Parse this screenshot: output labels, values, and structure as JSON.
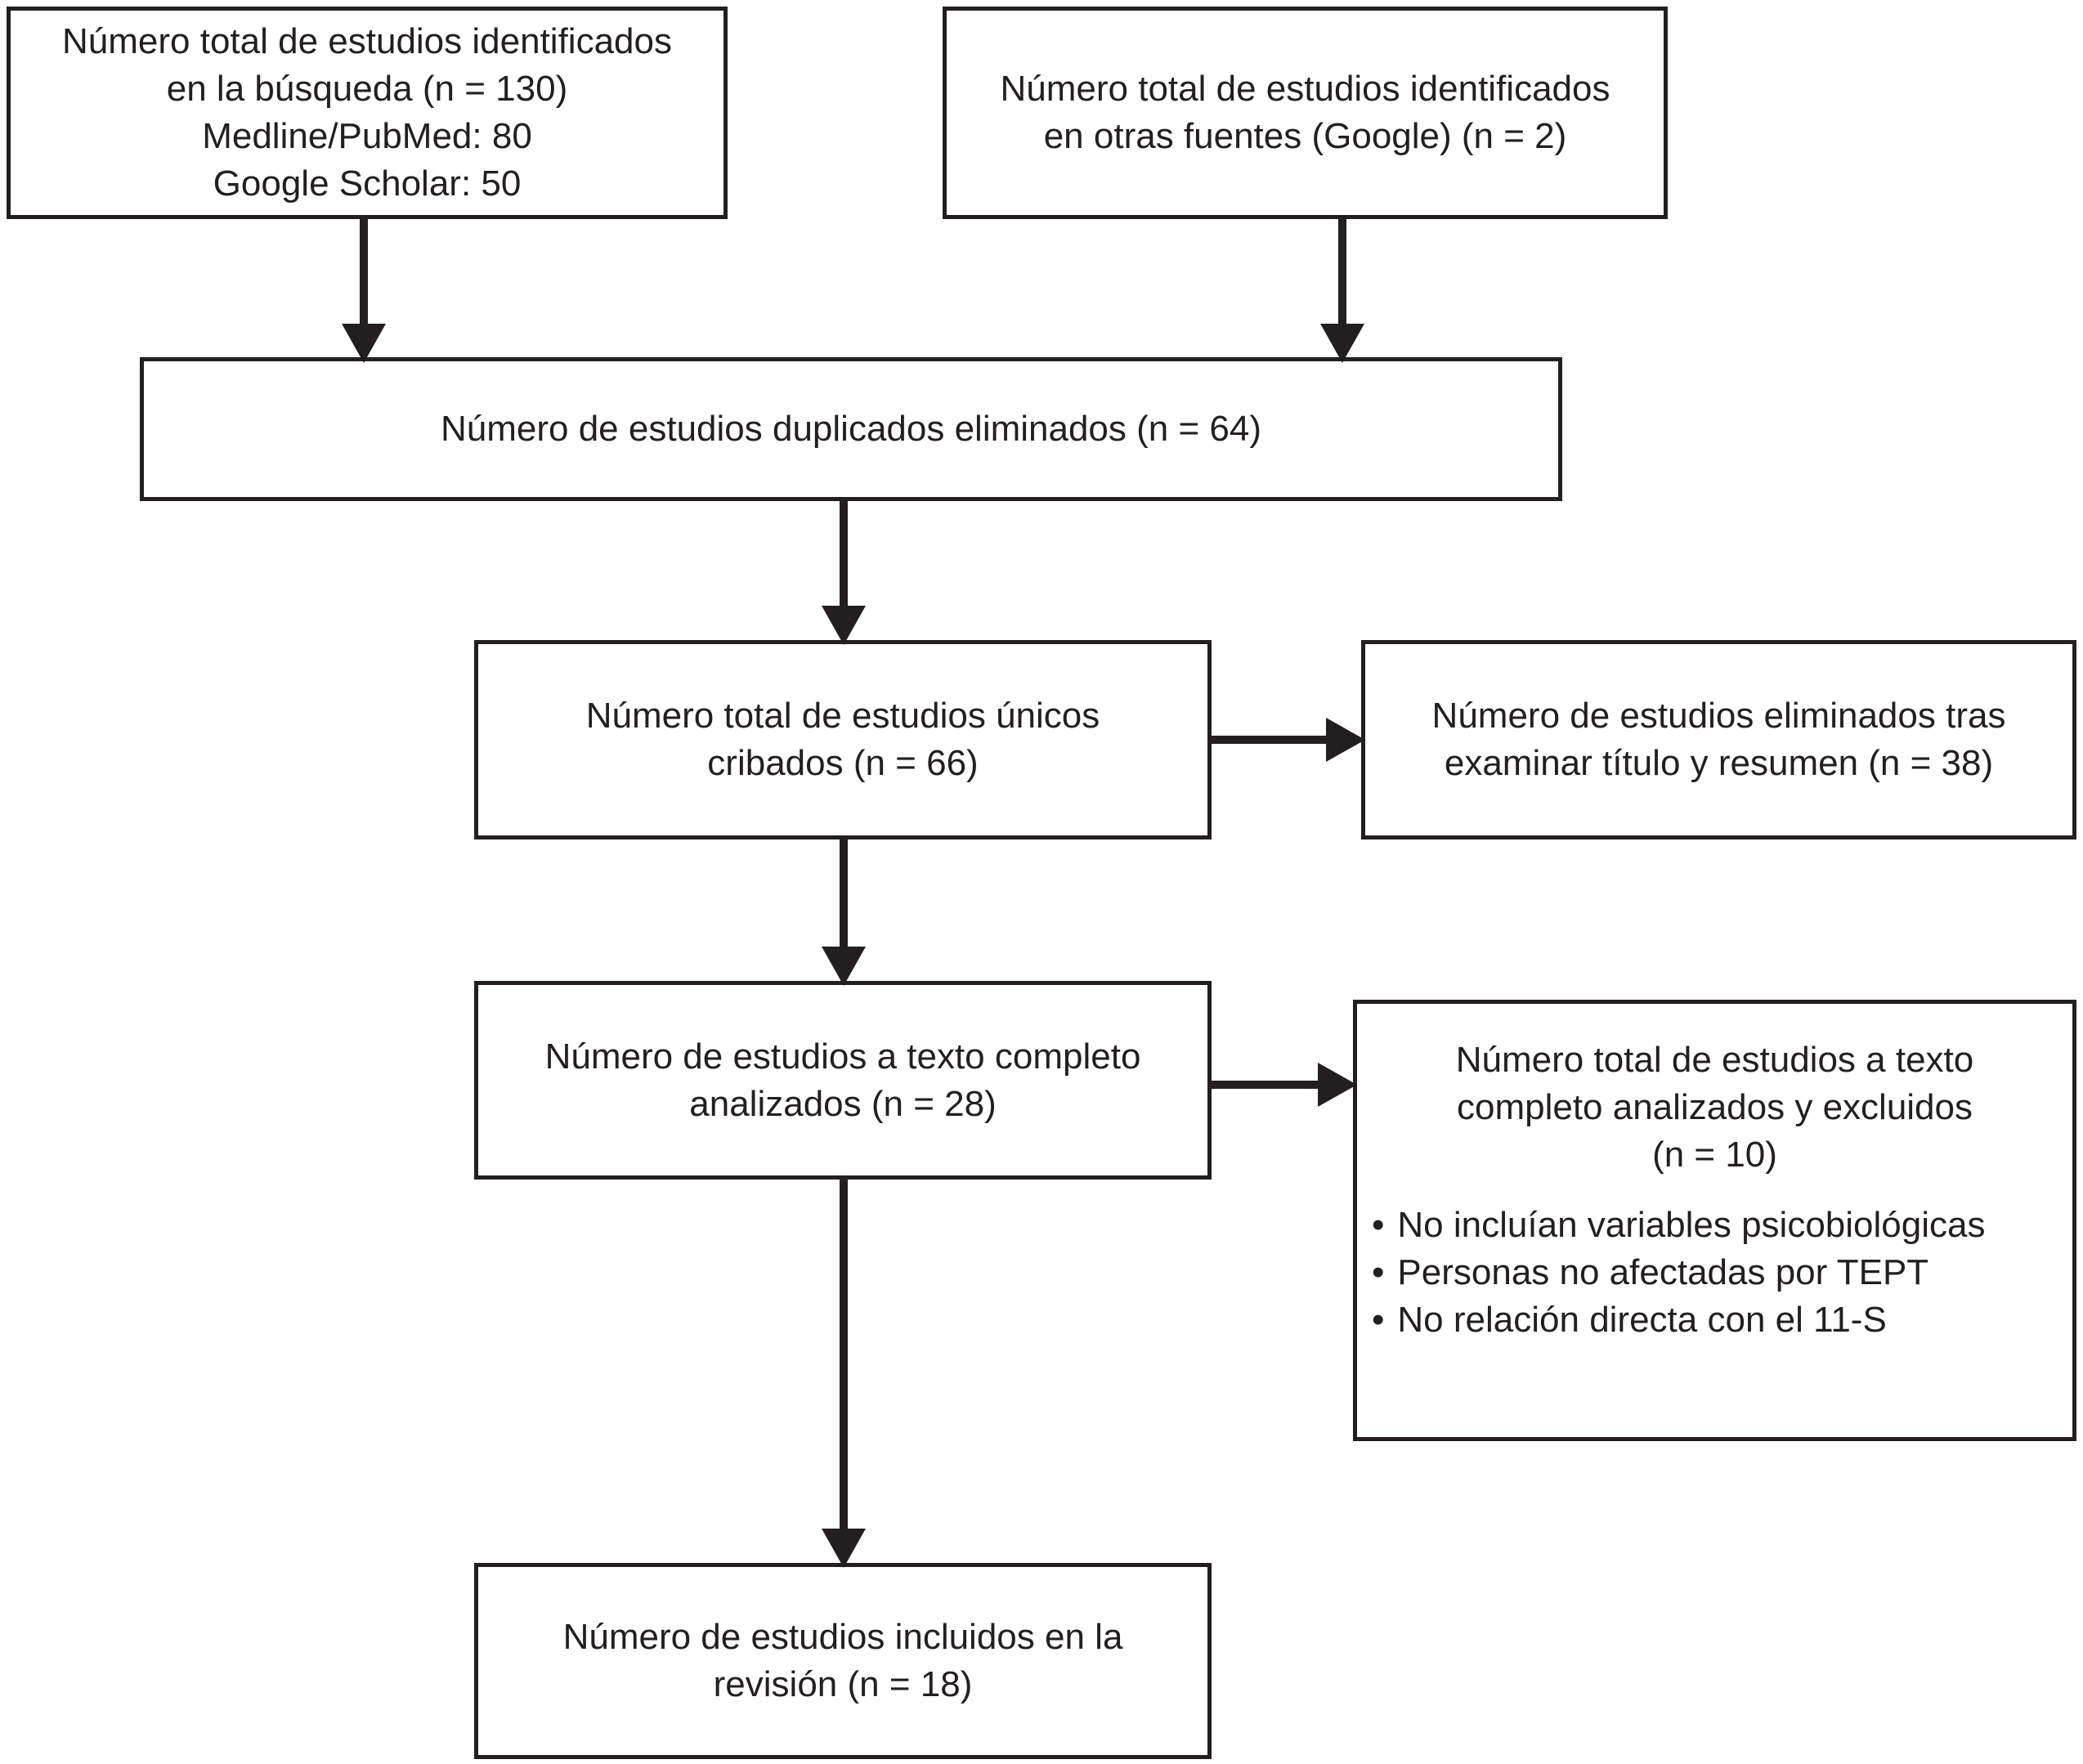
{
  "diagram": {
    "type": "prisma-flowchart",
    "colors": {
      "ink": "#231f20",
      "background": "#ffffff"
    },
    "bullet_glyph": "•",
    "boxes": [
      {
        "id": "identified-search",
        "lines": [
          "Número total de estudios identificados",
          "en la búsqueda (n = 130)",
          "Medline/PubMed: 80",
          "Google Scholar: 50"
        ]
      },
      {
        "id": "identified-other-sources",
        "lines": [
          "Número total de estudios identificados",
          "en otras fuentes (Google) (n = 2)"
        ]
      },
      {
        "id": "duplicates-removed",
        "lines": [
          "Número de estudios duplicados eliminados (n = 64)"
        ]
      },
      {
        "id": "unique-screened",
        "lines": [
          "Número total de estudios únicos",
          "cribados (n = 66)"
        ]
      },
      {
        "id": "excluded-title-abstract",
        "lines": [
          "Número de estudios eliminados tras",
          "examinar título y resumen (n = 38)"
        ]
      },
      {
        "id": "fulltext-analyzed",
        "lines": [
          "Número de estudios a texto completo",
          "analizados (n = 28)"
        ]
      },
      {
        "id": "fulltext-excluded",
        "title_lines": [
          "Número total de estudios a texto",
          "completo analizados y excluidos",
          "(n = 10)"
        ],
        "bullets": [
          "No incluían variables psicobiológicas",
          "Personas no afectadas por TEPT",
          "No relación directa con el 11-S"
        ]
      },
      {
        "id": "included-in-review",
        "lines": [
          "Número de estudios incluidos en la",
          "revisión (n = 18)"
        ]
      }
    ],
    "edges": [
      {
        "from": "identified-search",
        "to": "duplicates-removed"
      },
      {
        "from": "identified-other-sources",
        "to": "duplicates-removed"
      },
      {
        "from": "duplicates-removed",
        "to": "unique-screened"
      },
      {
        "from": "unique-screened",
        "to": "excluded-title-abstract"
      },
      {
        "from": "unique-screened",
        "to": "fulltext-analyzed"
      },
      {
        "from": "fulltext-analyzed",
        "to": "fulltext-excluded"
      },
      {
        "from": "fulltext-analyzed",
        "to": "included-in-review"
      }
    ]
  }
}
